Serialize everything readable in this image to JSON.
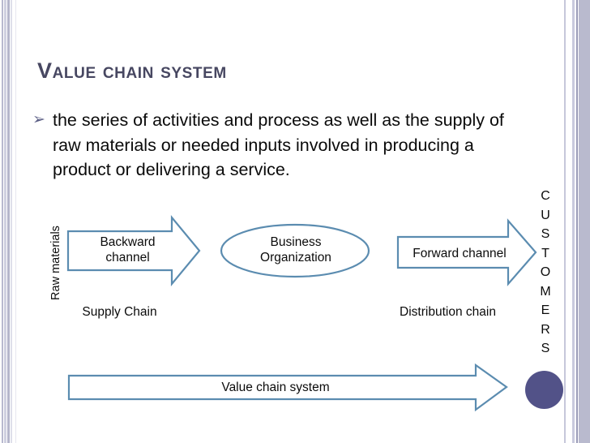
{
  "slide": {
    "title": "Value chain system",
    "bullets": [
      {
        "glyph": "➢",
        "text": "the series of activities and process as well as the supply of raw materials or needed inputs involved in producing a product or delivering a service."
      }
    ]
  },
  "diagram": {
    "raw_materials_label": "Raw materials",
    "backward_arrow_label": "Backward\nchannel",
    "business_ellipse_label": "Business\nOrganization",
    "forward_arrow_label": "Forward channel",
    "supply_chain_label": "Supply Chain",
    "distribution_chain_label": "Distribution chain",
    "value_chain_arrow_label": "Value chain system",
    "customers_letters": [
      "C",
      "U",
      "S",
      "T",
      "O",
      "M",
      "E",
      "R",
      "S"
    ],
    "customers_word": "CUSTOMERS"
  },
  "colors": {
    "title": "#474761",
    "diagram_stroke": "#5b8cb0",
    "accent_circle": "#525288",
    "bullet_glyph": "#5c5f86",
    "edge_stripe": "#b9bace",
    "background": "#ffffff"
  }
}
